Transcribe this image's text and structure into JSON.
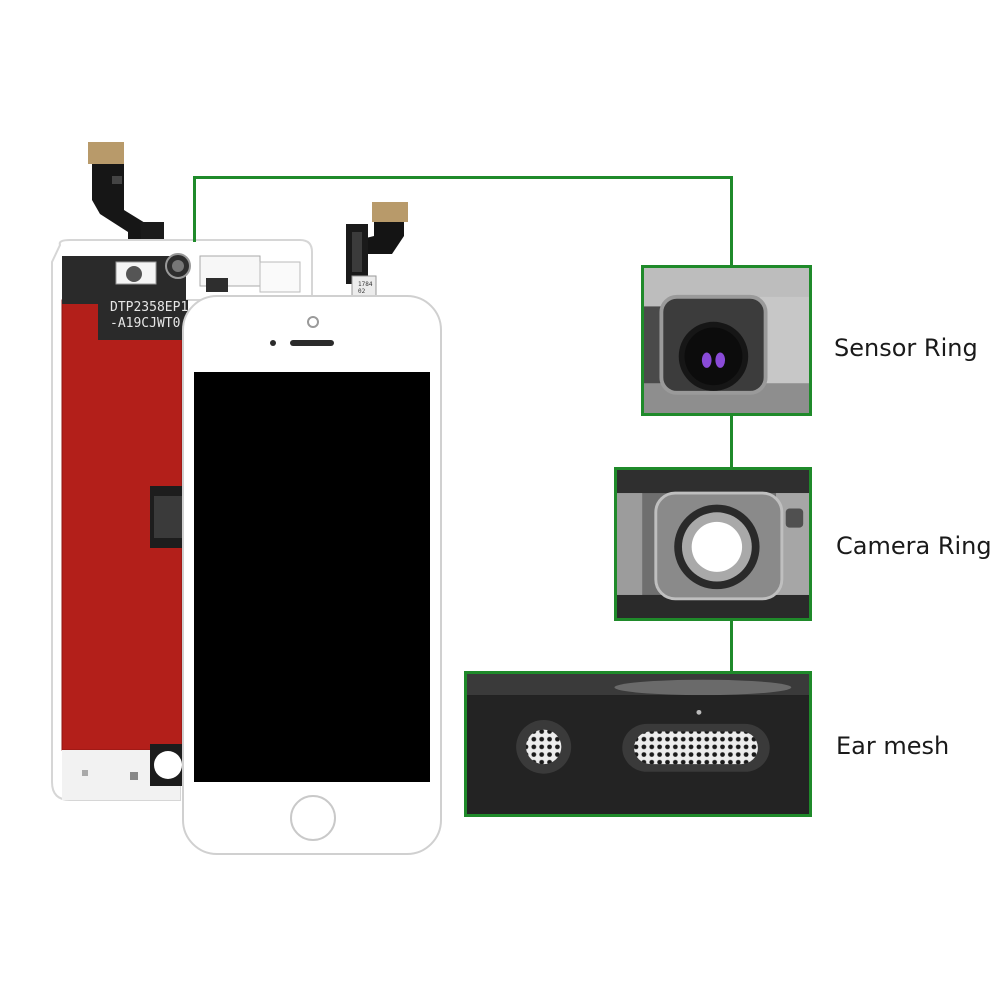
{
  "image": {
    "subject": "iPhone 5s LCD screen assembly",
    "accent_color": "#1f8a2a"
  },
  "back_panel": {
    "label_line_1": "DTP2358EP1",
    "label_line_2": "-A19CJWT0",
    "flex_label_1": "1784",
    "flex_label_2": "02"
  },
  "callouts": [
    {
      "label": "Sensor Ring"
    },
    {
      "label": "Camera Ring"
    },
    {
      "label": "Ear mesh"
    }
  ]
}
